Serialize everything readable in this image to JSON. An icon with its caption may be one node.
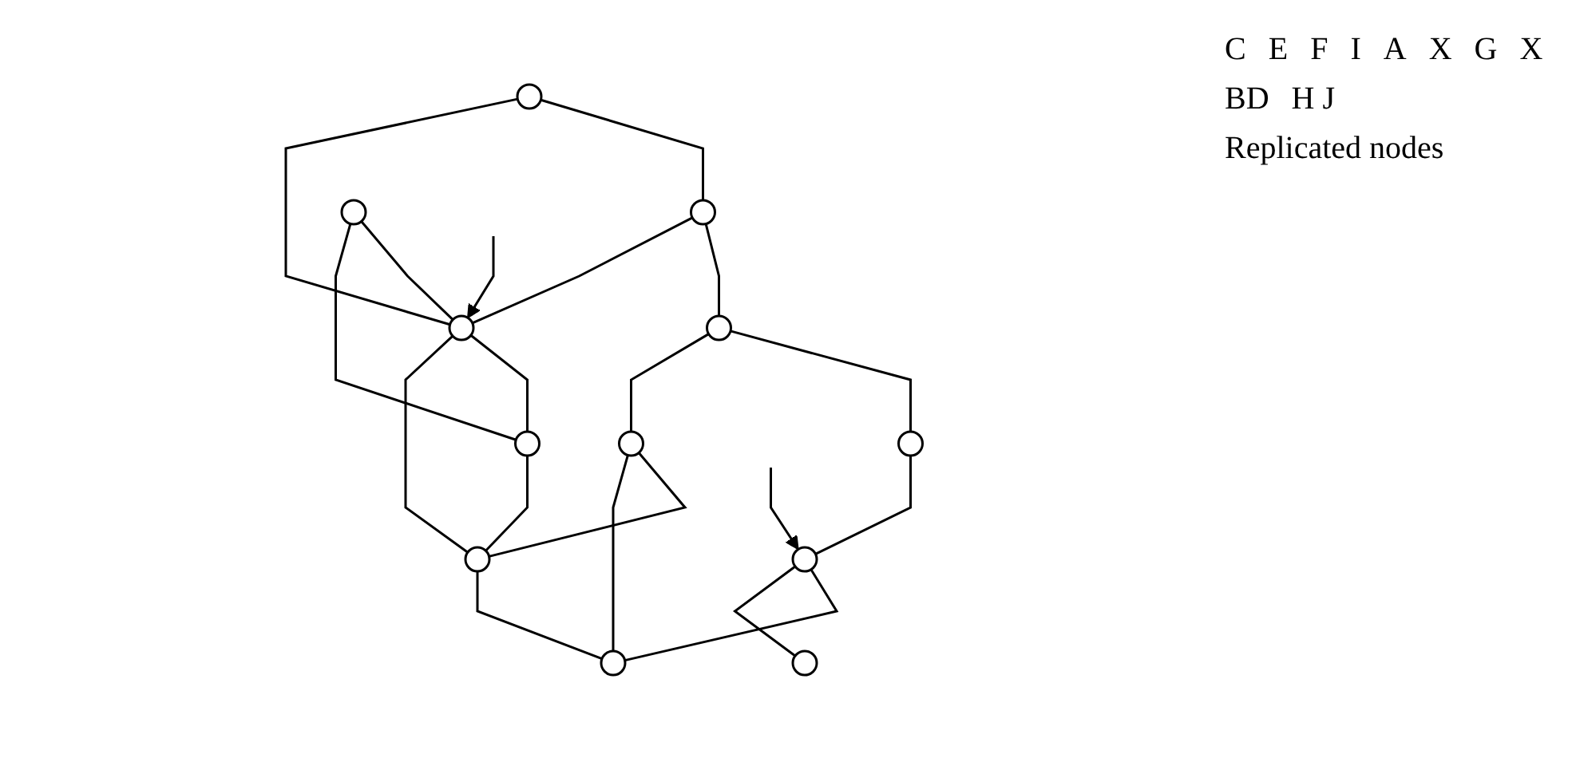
{
  "diagram": {
    "nodes": [
      {
        "text": [],
        "shape": "circle"
      },
      {
        "text": [],
        "shape": "circle"
      },
      {
        "text": [],
        "shape": "circle"
      },
      {
        "text": [],
        "shape": "circle"
      },
      {
        "text": [],
        "shape": "circle"
      },
      {
        "text": [],
        "shape": "circle"
      },
      {
        "text": [],
        "shape": "circle"
      },
      {
        "text": [],
        "shape": "circle"
      },
      {
        "text": [],
        "shape": "circle"
      },
      {
        "text": [],
        "shape": "circle"
      },
      {
        "text": [],
        "shape": "circle"
      },
      {
        "text": [],
        "shape": "circle"
      }
    ],
    "edges": [
      {
        "from": 0,
        "to": 1,
        "arrow": "none"
      },
      {
        "from": 1,
        "to": 2,
        "arrow": "none"
      },
      {
        "from": 2,
        "to": 3,
        "arrow": "none"
      },
      {
        "from": 0,
        "to": 5,
        "arrow": "none"
      },
      {
        "from": 1,
        "to": 5,
        "arrow": "none"
      },
      {
        "from": 2,
        "to": 6,
        "arrow": "none"
      },
      {
        "from": 3,
        "to": 7,
        "arrow": "none"
      },
      {
        "from": 4,
        "to": 5,
        "arrow": "none"
      },
      {
        "from": 4,
        "to": 8,
        "arrow": "none"
      },
      {
        "from": 5,
        "to": 8,
        "arrow": "none"
      },
      {
        "from": 5,
        "to": 9,
        "arrow": "none"
      },
      {
        "from": 6,
        "to": 9,
        "arrow": "none"
      },
      {
        "from": 6,
        "to": 10,
        "arrow": "none"
      },
      {
        "from": 7,
        "to": 10,
        "arrow": "none"
      },
      {
        "from": 7,
        "to": 11,
        "arrow": "none"
      },
      {
        "from": 8,
        "to": 9,
        "arrow": "none"
      },
      {
        "from": 9,
        "to": 10,
        "arrow": "none"
      },
      {
        "from": null,
        "to": 5,
        "arrow": "to"
      },
      {
        "from": null,
        "to": 7,
        "arrow": "to"
      }
    ],
    "labels": [
      "C",
      "E",
      "F",
      "I",
      "A",
      "X",
      "G",
      "X",
      "BD",
      "H J",
      "Replicated nodes"
    ]
  }
}
